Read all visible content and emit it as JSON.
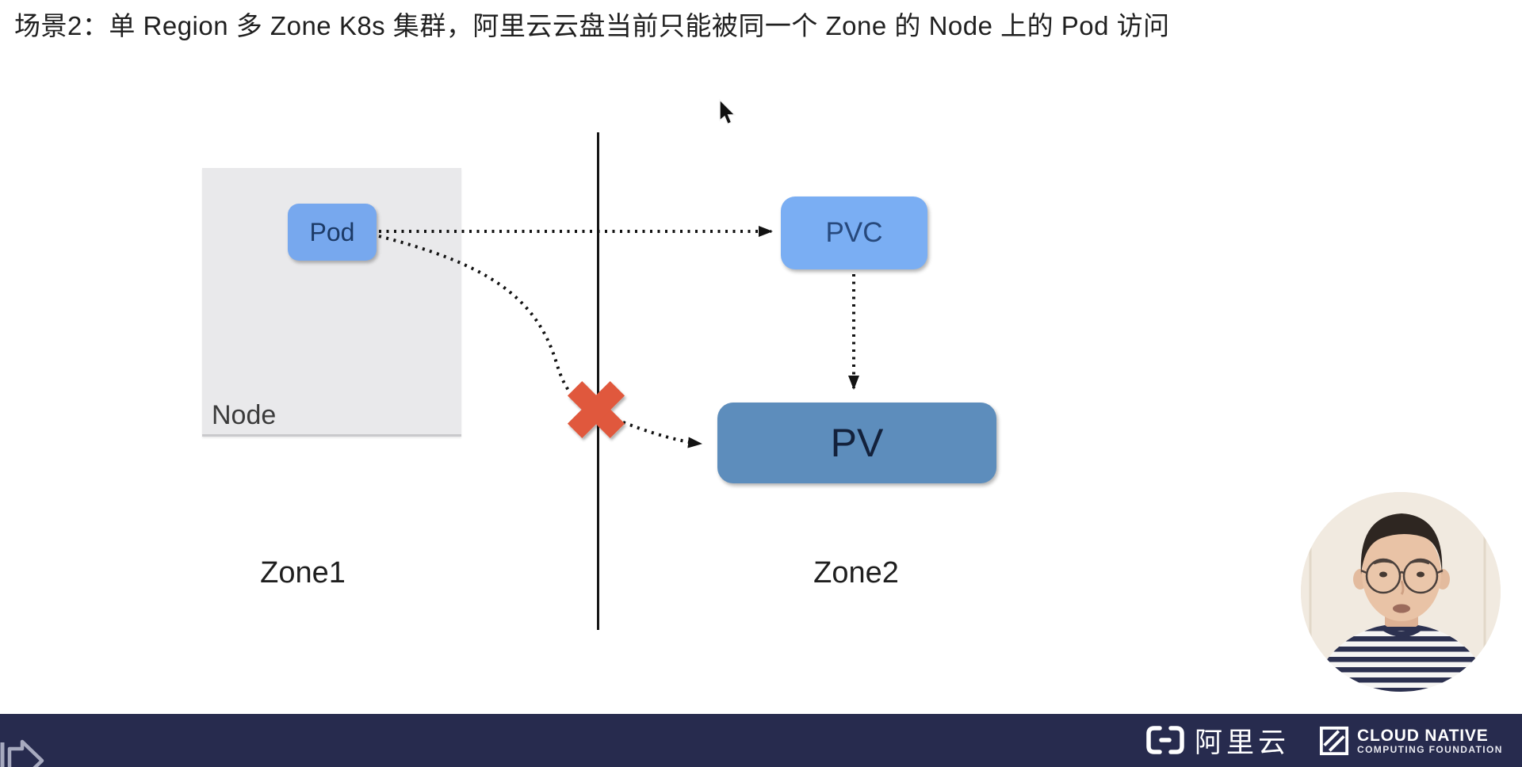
{
  "title": "场景2：单 Region 多 Zone K8s 集群，阿里云云盘当前只能被同一个 Zone 的 Node 上的 Pod 访问",
  "diagram": {
    "node": "Node",
    "pod": "Pod",
    "pvc": "PVC",
    "pv": "PV",
    "zone1": "Zone1",
    "zone2": "Zone2",
    "colors": {
      "pod_fill": "#77A8EE",
      "pvc_fill": "#7AAEF3",
      "pv_fill": "#5D8DBC",
      "node_fill": "#E9E9EB",
      "cross": "#E0593C",
      "arrow": "#131313"
    },
    "icons": {
      "cross": "blocked-x-icon",
      "cursor": "mouse-pointer-icon"
    }
  },
  "webcam": {
    "icons": {
      "presenter": "presenter-avatar"
    }
  },
  "footer": {
    "bar_color": "#272B4E",
    "alibaba_text": "阿里云",
    "cncf_name": "CLOUD NATIVE",
    "cncf_sub": "COMPUTING FOUNDATION",
    "icons": {
      "skip": "skip-forward-icon",
      "alibaba": "alibaba-cloud-logo",
      "cncf": "cncf-cube-logo"
    }
  }
}
